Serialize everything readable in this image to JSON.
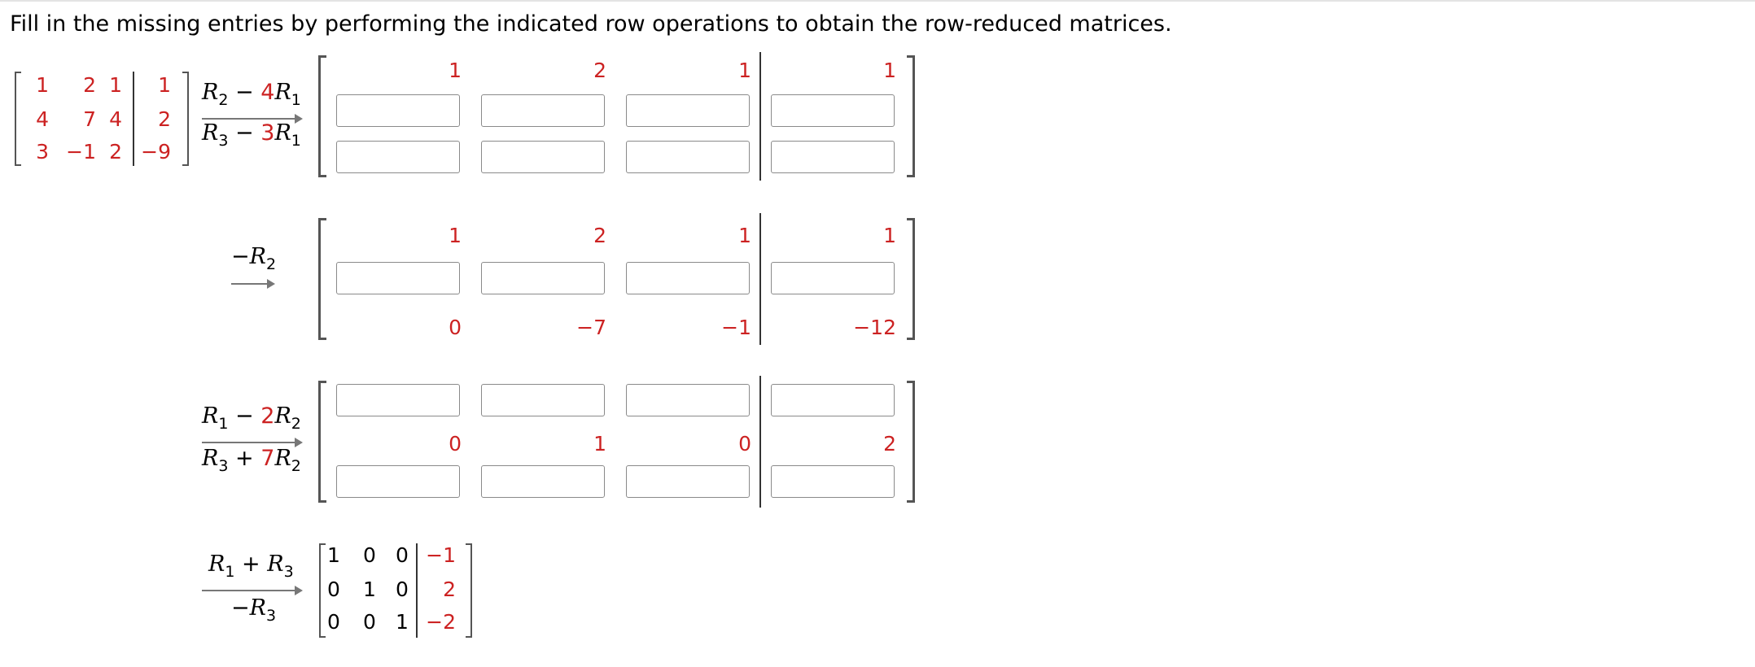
{
  "instruction": "Fill in the missing entries by performing the indicated row operations to obtain the row-reduced matrices.",
  "start_matrix": {
    "rows": [
      [
        "1",
        "2",
        "1",
        "1"
      ],
      [
        "4",
        "7",
        "4",
        "2"
      ],
      [
        "3",
        "−1",
        "2",
        "−9"
      ]
    ]
  },
  "step1": {
    "op_top": {
      "r": "R",
      "rs": "2",
      "minus": "−",
      "coef": "4",
      "r2": "R",
      "r2s": "1"
    },
    "op_bottom": {
      "r": "R",
      "rs": "3",
      "minus": "−",
      "coef": "3",
      "r2": "R",
      "r2s": "1"
    },
    "row1": [
      "1",
      "2",
      "1",
      "1"
    ],
    "inputs_row2": [
      "",
      "",
      "",
      ""
    ],
    "inputs_row3": [
      "",
      "",
      "",
      ""
    ]
  },
  "step2": {
    "op_top": {
      "minus": "−",
      "r": "R",
      "rs": "2"
    },
    "row1": [
      "1",
      "2",
      "1",
      "1"
    ],
    "inputs_row2": [
      "",
      "",
      "",
      ""
    ],
    "row3": [
      "0",
      "−7",
      "−1",
      "−12"
    ]
  },
  "step3": {
    "op_top": {
      "r": "R",
      "rs": "1",
      "minus": "−",
      "coef": "2",
      "r2": "R",
      "r2s": "2"
    },
    "op_bottom": {
      "r": "R",
      "rs": "3",
      "plus": "+",
      "coef": "7",
      "r2": "R",
      "r2s": "2"
    },
    "inputs_row1": [
      "",
      "",
      "",
      ""
    ],
    "row2": [
      "0",
      "1",
      "0",
      "2"
    ],
    "inputs_row3": [
      "",
      "",
      "",
      ""
    ]
  },
  "step4": {
    "op_top": {
      "r": "R",
      "rs": "1",
      "plus": "+",
      "r2": "R",
      "r2s": "3"
    },
    "op_bottom": {
      "minus": "−",
      "r": "R",
      "rs": "3"
    },
    "rows": [
      [
        "1",
        "0",
        "0",
        "−1"
      ],
      [
        "0",
        "1",
        "0",
        "2"
      ],
      [
        "0",
        "0",
        "1",
        "−2"
      ]
    ]
  }
}
